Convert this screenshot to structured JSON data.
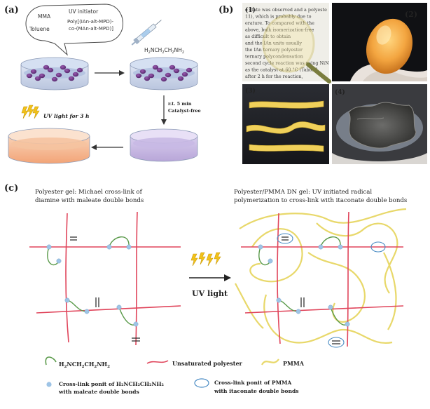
{
  "panels": {
    "a": "(a)",
    "b": "(b)",
    "c": "(c)"
  },
  "bubble": {
    "mma": "MMA",
    "initiator": "UV initiator",
    "toluene": "Toluene",
    "poly1": "Poly[(IAn-alt-MPD)-",
    "poly2": "co-(MAn-alt-MPD)]"
  },
  "diamine": {
    "base": "H",
    "sub1": "2",
    "mid1": "NCH",
    "sub2": "2",
    "mid2": "CH",
    "sub3": "2",
    "mid3": "NH",
    "sub4": "2"
  },
  "steps": {
    "rt": "r.t. 5 min",
    "catalyst": "Catalyst-free",
    "uv": "UV light for 3 h"
  },
  "photos": {
    "n1": "(1)",
    "n2": "(2)",
    "n3": "(3)",
    "n4": "(4)"
  },
  "photo1_text": [
    "e state was observed and a polyeste",
    "11), which is probably due to",
    "erature. To compared with the",
    "above, bulk isomerization-free",
    "as difficult to obtain",
    "and the IAn units usually",
    "the IAn ternary polyester",
    "ternary polycondensation",
    "second cycle reaction was using NiN",
    "as the catalyst at 60 °C (Table 3",
    "after 2 h for the reaction,"
  ],
  "section_c": {
    "left_title1": "Polyester gel: Michael cross-link of",
    "left_title2": "diamine with maleate double bonds",
    "right_title1": "Polyester/PMMA DN gel: UV initiated radical",
    "right_title2": "polymerization to cross-link with itaconate double bonds",
    "uv_light": "UV light"
  },
  "legend": {
    "unsaturated": "Unsaturated polyester",
    "pmma": "PMMA",
    "crosslink_diamine1": "Cross-link ponit of H₂NCH₂CH₂NH₂",
    "crosslink_diamine2": "with maleate double bonds",
    "crosslink_pmma1": "Cross-link ponit of PMMA",
    "crosslink_pmma2": "with itaconate double bonds"
  },
  "colors": {
    "polyester": "#e0455b",
    "diamine": "#5a9a4a",
    "pmma": "#e8d86a",
    "crosslink": "#9ec4e6",
    "dish_purple": "#b8a6d8",
    "dish_orange": "#f2b48c"
  }
}
